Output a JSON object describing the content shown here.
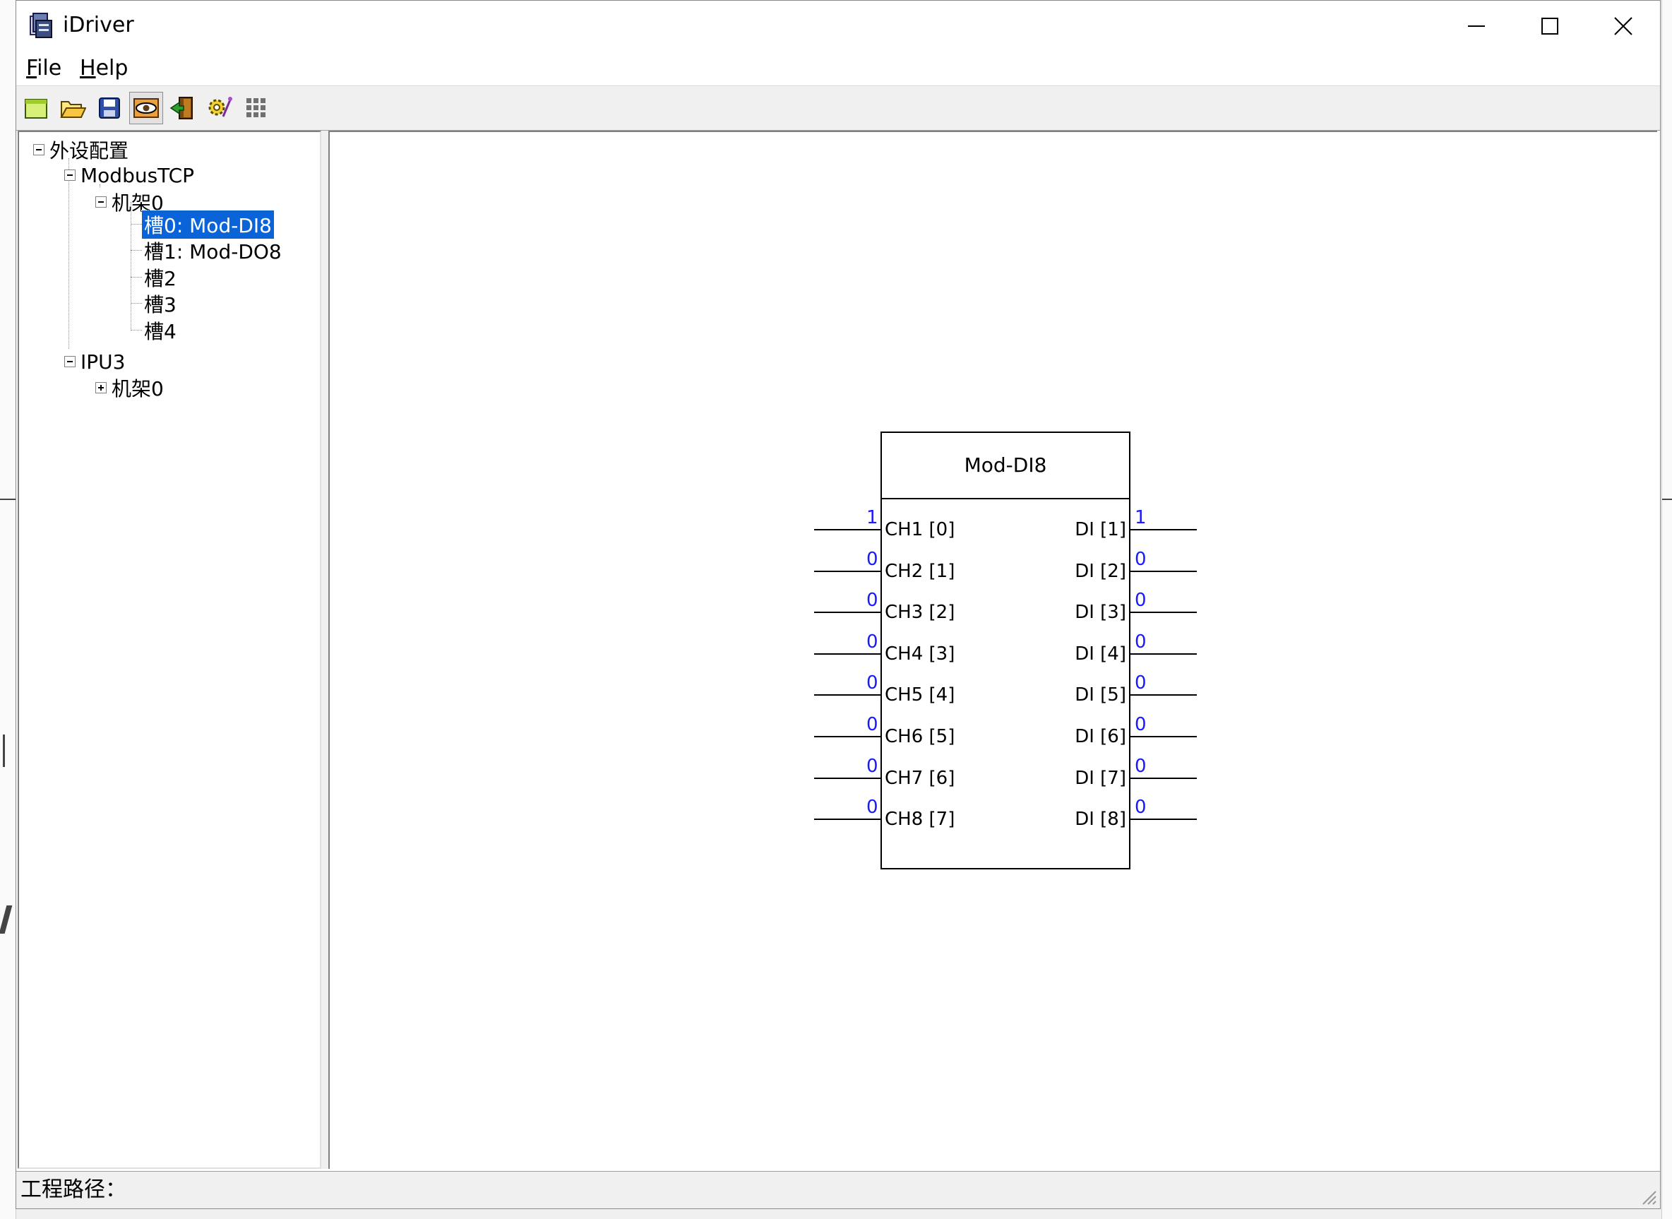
{
  "window": {
    "title": "iDriver"
  },
  "menu": [
    {
      "mnemonic": "F",
      "rest": "ile"
    },
    {
      "mnemonic": "H",
      "rest": "elp"
    }
  ],
  "toolbar": {
    "buttons": [
      "new-icon",
      "open-folder-icon",
      "save-icon",
      "monitor-icon",
      "exit-door-icon",
      "settings-gear-icon",
      "grid-icon"
    ]
  },
  "tree": {
    "root": "外设配置",
    "modbus": "ModbusTCP",
    "rack0": "机架0",
    "slot0": "槽0: Mod-DI8",
    "slot1": "槽1: Mod-DO8",
    "slot2": "槽2",
    "slot3": "槽3",
    "slot4": "槽4",
    "ipu3": "IPU3",
    "ipu3_rack0": "机架0"
  },
  "module": {
    "name": "Mod-DI8",
    "inputs": [
      {
        "label": "CH1 [0]",
        "value": "1"
      },
      {
        "label": "CH2 [1]",
        "value": "0"
      },
      {
        "label": "CH3 [2]",
        "value": "0"
      },
      {
        "label": "CH4 [3]",
        "value": "0"
      },
      {
        "label": "CH5 [4]",
        "value": "0"
      },
      {
        "label": "CH6 [5]",
        "value": "0"
      },
      {
        "label": "CH7 [6]",
        "value": "0"
      },
      {
        "label": "CH8 [7]",
        "value": "0"
      }
    ],
    "outputs": [
      {
        "label": "DI [1]",
        "value": "1"
      },
      {
        "label": "DI [2]",
        "value": "0"
      },
      {
        "label": "DI [3]",
        "value": "0"
      },
      {
        "label": "DI [4]",
        "value": "0"
      },
      {
        "label": "DI [5]",
        "value": "0"
      },
      {
        "label": "DI [6]",
        "value": "0"
      },
      {
        "label": "DI [7]",
        "value": "0"
      },
      {
        "label": "DI [8]",
        "value": "0"
      }
    ]
  },
  "status": {
    "project_path_label": "工程路径："
  },
  "colors": {
    "selection": "#0a64d7",
    "pin_value": "#1a1aff"
  }
}
